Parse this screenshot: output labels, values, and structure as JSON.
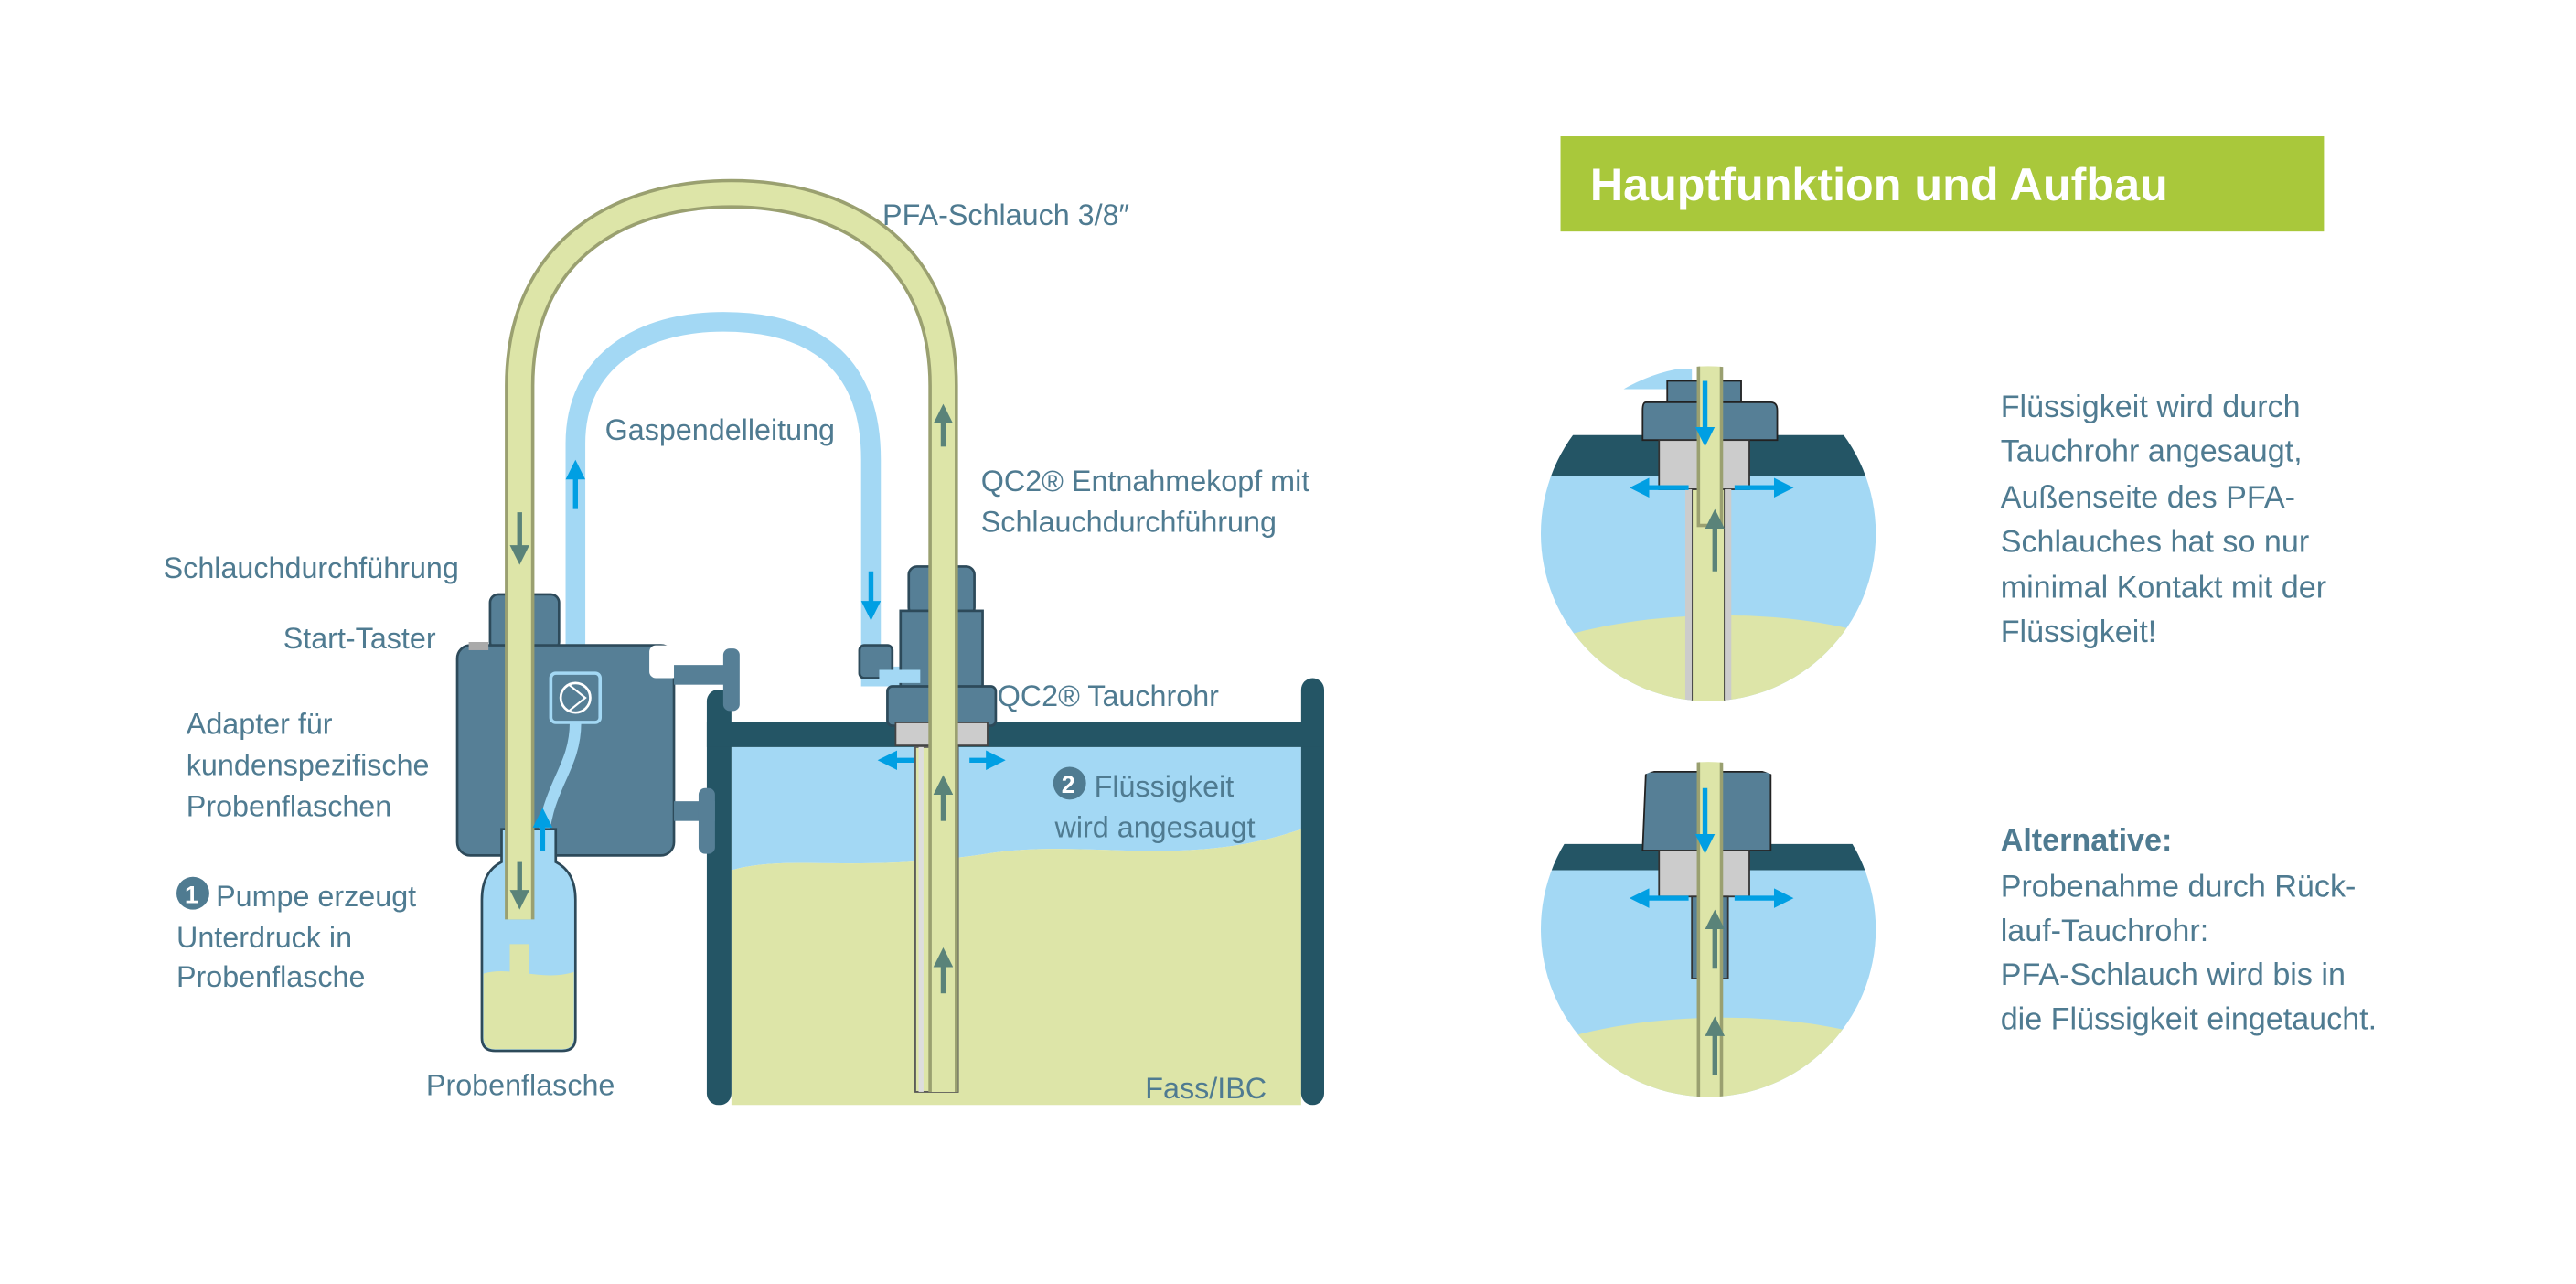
{
  "title": "Hauptfunktion und Aufbau",
  "labels": {
    "pfa_tube": "PFA-Schlauch 3/8″",
    "gas_line": "Gaspendelleitung",
    "head_line1": "QC2® Entnahmekopf mit",
    "head_line2": "Schlauchdurchführung",
    "hose_feedthrough": "Schlauchdurchführung",
    "start_button": "Start-Taster",
    "adapter_line1": "Adapter für",
    "adapter_line2": "kundenspezifische",
    "adapter_line3": "Probenflaschen",
    "step1_number": "1",
    "step1_line1": "Pumpe erzeugt",
    "step1_line2": "Unterdruck in",
    "step1_line3": "Probenflasche",
    "dip_tube": "QC2® Tauchrohr",
    "step2_number": "2",
    "step2_line1": "Flüssigkeit",
    "step2_line2": "wird angesaugt",
    "sample_bottle": "Probenflasche",
    "barrel": "Fass/IBC"
  },
  "detail1": {
    "lines": [
      "Flüssigkeit wird durch",
      "Tauchrohr angesaugt,",
      "Außenseite des PFA-",
      "Schlauches hat so nur",
      "minimal Kontakt mit der",
      "Flüssigkeit!"
    ]
  },
  "detail2": {
    "heading": "Alternative:",
    "lines": [
      "Probenahme durch Rück-",
      "lauf-Tauchrohr:",
      "PFA-Schlauch wird bis in",
      "die Flüssigkeit eingetaucht."
    ]
  },
  "colors": {
    "accent": "#a9c83b",
    "text": "#4f7b91",
    "frame": "#245565",
    "body": "#567f96",
    "gas": "#a3d8f4",
    "liquid": "#dde5a8"
  }
}
